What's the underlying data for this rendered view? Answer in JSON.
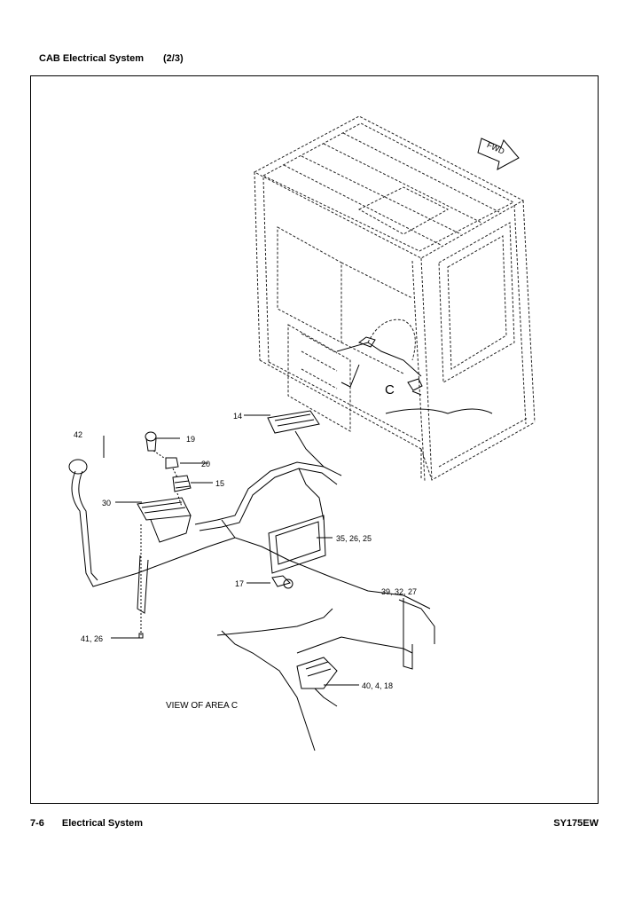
{
  "header": {
    "title": "CAB Electrical System",
    "subtitle": "(2/3)"
  },
  "diagram": {
    "fwd_label": "FWD",
    "area_label": "C",
    "view_label": "VIEW OF AREA  C",
    "callouts": [
      "14",
      "42",
      "19",
      "20",
      "15",
      "30",
      "35, 26, 25",
      "17",
      "39, 32, 27",
      "41, 26",
      "40, 4, 18"
    ]
  },
  "footer": {
    "page": "7-6",
    "section": "Electrical System",
    "model": "SY175EW"
  }
}
